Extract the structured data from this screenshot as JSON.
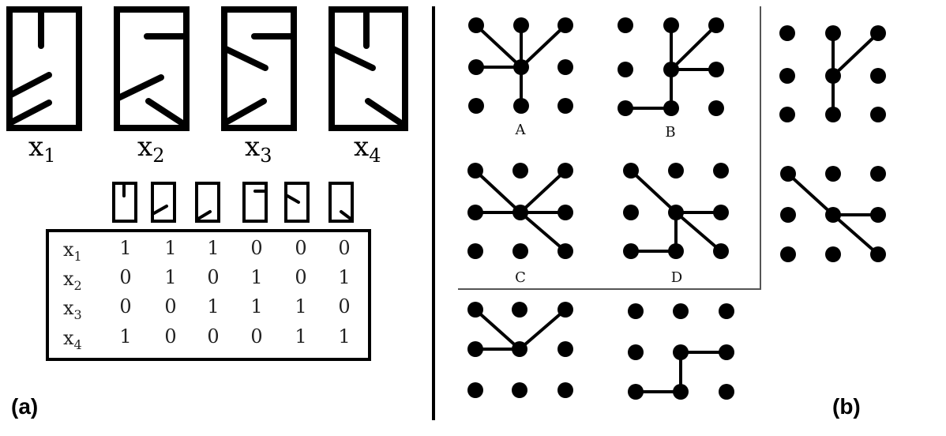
{
  "panel_a": {
    "label": "(a)",
    "big_glyphs": [
      {
        "name": "x",
        "sub": "1"
      },
      {
        "name": "x",
        "sub": "2"
      },
      {
        "name": "x",
        "sub": "3"
      },
      {
        "name": "x",
        "sub": "4"
      }
    ],
    "feature_count": 6,
    "table": {
      "rows": [
        {
          "name": "x",
          "sub": "1",
          "values": [
            "1",
            "1",
            "1",
            "0",
            "0",
            "0"
          ]
        },
        {
          "name": "x",
          "sub": "2",
          "values": [
            "0",
            "1",
            "0",
            "1",
            "0",
            "1"
          ]
        },
        {
          "name": "x",
          "sub": "3",
          "values": [
            "0",
            "0",
            "1",
            "1",
            "1",
            "0"
          ]
        },
        {
          "name": "x",
          "sub": "4",
          "values": [
            "1",
            "0",
            "0",
            "0",
            "1",
            "1"
          ]
        }
      ]
    }
  },
  "panel_b": {
    "label": "(b)",
    "graph_labels": [
      "A",
      "B",
      "C",
      "D"
    ]
  }
}
